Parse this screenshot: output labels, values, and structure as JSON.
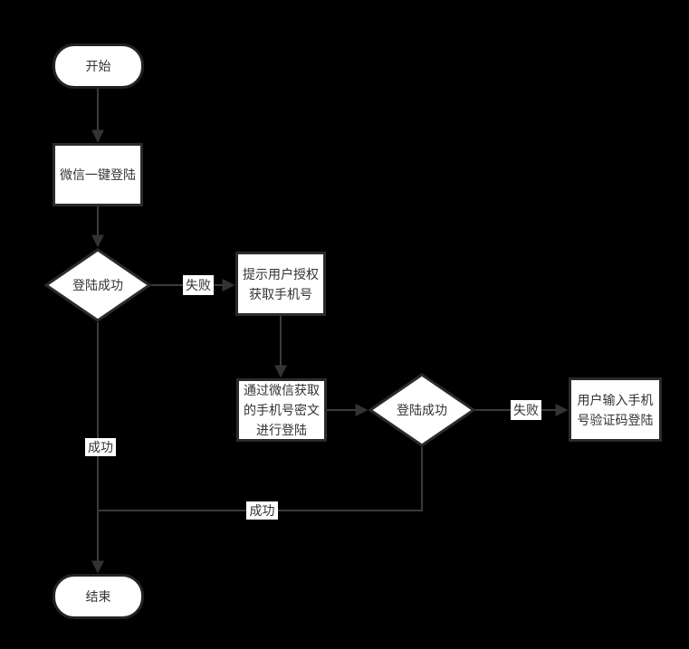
{
  "diagram": {
    "background": "#000000",
    "colors": {
      "shape_fill": "#ffffff",
      "shape_border": "#2b2b2b",
      "connector_line": "#3a3a3a",
      "arrowhead": "#333333",
      "text": "#333333",
      "label_chip_bg": "#ffffff"
    },
    "nodes": {
      "start": {
        "type": "terminal",
        "label": "开始"
      },
      "wechat_one_click_login": {
        "type": "process",
        "label": "微信一键登陆"
      },
      "login_success_check_1": {
        "type": "decision",
        "label": "登陆成功"
      },
      "prompt_user_authorize_phone": {
        "type": "process",
        "label": "提示用户授权\n获取手机号"
      },
      "login_with_wechat_phone_cipher": {
        "type": "process",
        "label": "通过微信获取\n的手机号密文\n进行登陆"
      },
      "login_success_check_2": {
        "type": "decision",
        "label": "登陆成功"
      },
      "user_input_phone_sms_login": {
        "type": "process",
        "label": "用户输入手机\n号验证码登陆"
      },
      "end": {
        "type": "terminal",
        "label": "结束"
      }
    },
    "edge_labels": {
      "fail_1": "失败",
      "fail_2": "失败",
      "success_1": "成功",
      "success_2": "成功"
    }
  }
}
